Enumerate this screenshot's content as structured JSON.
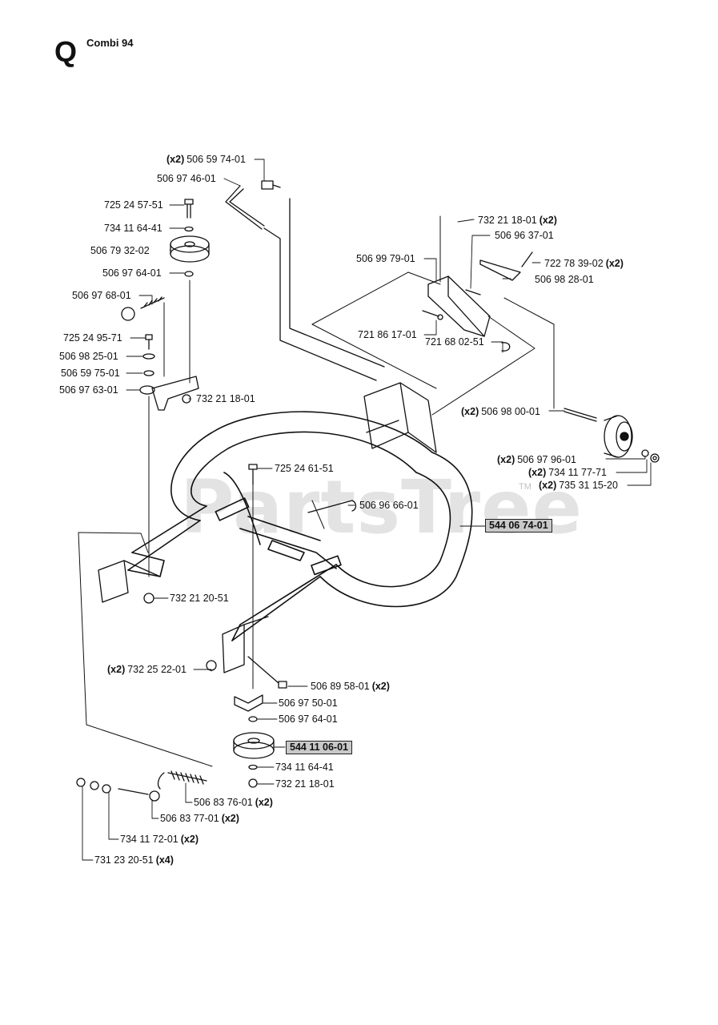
{
  "header": {
    "section_letter": "Q",
    "model": "Combi 94"
  },
  "watermark": {
    "text": "PartsTree",
    "mark": "TM"
  },
  "callouts": [
    {
      "qty": "(x2)",
      "part": "506 59 74-01"
    },
    {
      "part": "506 97 46-01"
    },
    {
      "part": "725 24 57-51"
    },
    {
      "part": "734 11 64-41"
    },
    {
      "part": "506 79 32-02"
    },
    {
      "part": "506 97 64-01"
    },
    {
      "part": "506 97 68-01"
    },
    {
      "part": "725 24 95-71"
    },
    {
      "part": "506 98 25-01"
    },
    {
      "part": "506 59 75-01"
    },
    {
      "part": "506 97 63-01"
    },
    {
      "part": "732 21 18-01"
    },
    {
      "part": "732 21 18-01",
      "qty": "(x2)"
    },
    {
      "part": "506 96 37-01"
    },
    {
      "part": "506 99 79-01"
    },
    {
      "part": "722 78 39-02",
      "qty": "(x2)"
    },
    {
      "part": "506 98 28-01"
    },
    {
      "part": "721 86 17-01"
    },
    {
      "part": "721 68 02-51"
    },
    {
      "qty": "(x2)",
      "part": "506 98 00-01"
    },
    {
      "qty": "(x2)",
      "part": "506 97 96-01"
    },
    {
      "qty": "(x2)",
      "part": "734 11 77-71"
    },
    {
      "qty": "(x2)",
      "part": "735 31 15-20"
    },
    {
      "part": "725 24 61-51"
    },
    {
      "part": "506 96 66-01"
    },
    {
      "part": "544 06 74-01",
      "highlight": true
    },
    {
      "part": "732 21 20-51"
    },
    {
      "qty": "(x2)",
      "part": "732 25 22-01"
    },
    {
      "part": "506 89 58-01",
      "qty": "(x2)"
    },
    {
      "part": "506 97 50-01"
    },
    {
      "part": "506 97 64-01"
    },
    {
      "part": "544 11 06-01",
      "highlight": true
    },
    {
      "part": "734 11 64-41"
    },
    {
      "part": "732 21 18-01"
    },
    {
      "part": "506 83 76-01",
      "qty": "(x2)"
    },
    {
      "part": "506 83 77-01",
      "qty": "(x2)"
    },
    {
      "part": "734 11 72-01",
      "qty": "(x2)"
    },
    {
      "part": "731 23 20-51",
      "qty": "(x4)"
    }
  ]
}
